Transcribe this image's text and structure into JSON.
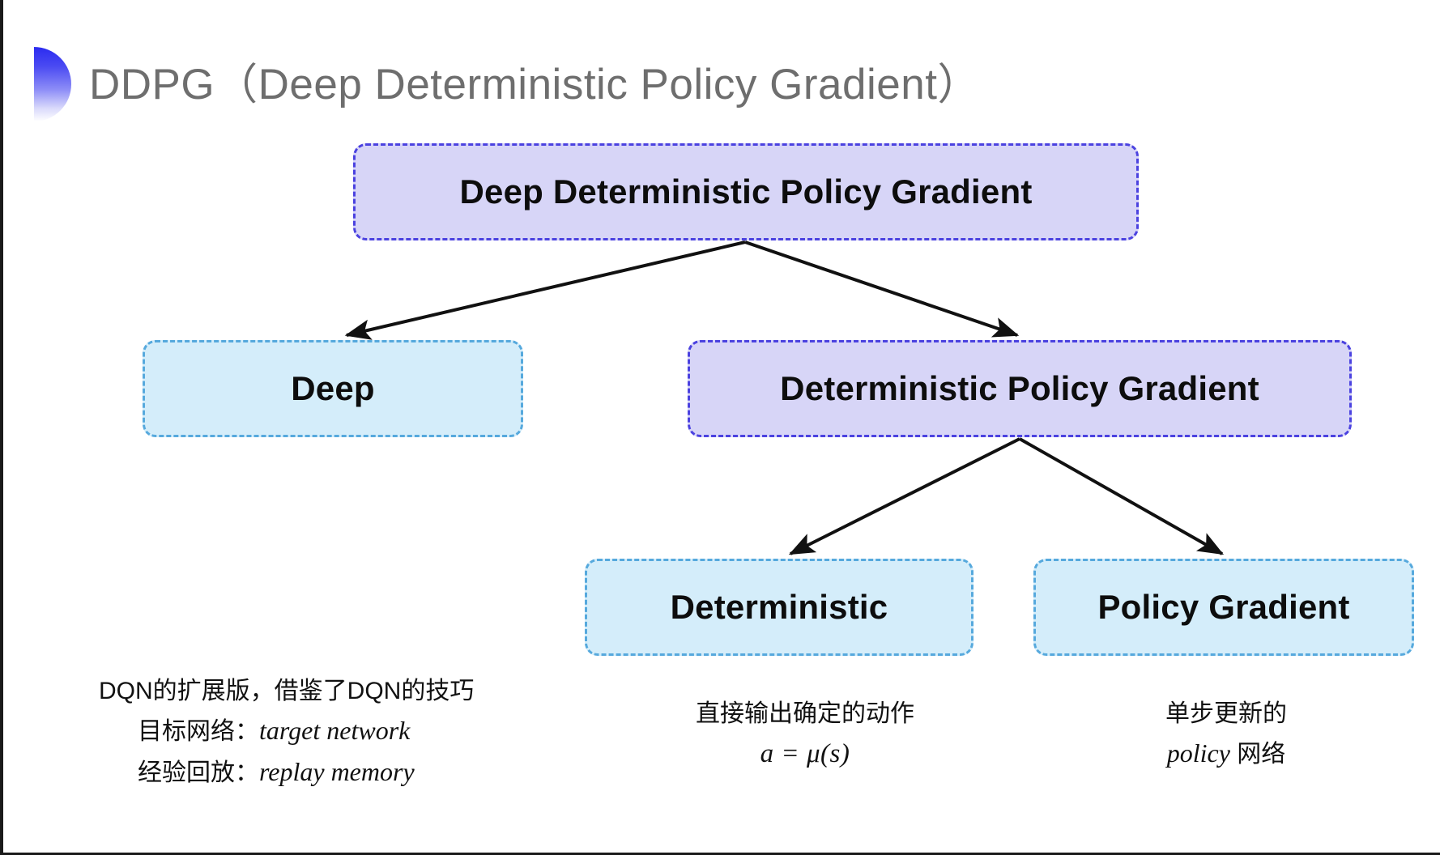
{
  "slide": {
    "title": "DDPG（Deep Deterministic Policy Gradient）",
    "bullet_icon": "half-circle-gradient-icon",
    "background_color": "#ffffff"
  },
  "colors": {
    "purple_fill": "#d7d5f7",
    "purple_border": "#4b42e0",
    "blue_fill": "#d4edfa",
    "blue_border": "#56a9dd",
    "title_text": "#6e6e6e",
    "body_text": "#111111",
    "arrow": "#111111"
  },
  "diagram": {
    "type": "tree",
    "nodes": [
      {
        "id": "root",
        "label": "Deep Deterministic Policy Gradient",
        "style": "purple",
        "level": 0
      },
      {
        "id": "deep",
        "label": "Deep",
        "style": "blue",
        "level": 1
      },
      {
        "id": "dpg",
        "label": "Deterministic Policy Gradient",
        "style": "purple",
        "level": 1
      },
      {
        "id": "deterministic",
        "label": "Deterministic",
        "style": "blue",
        "level": 2
      },
      {
        "id": "policy_gradient",
        "label": "Policy Gradient",
        "style": "blue",
        "level": 2
      }
    ],
    "edges": [
      {
        "from": "root",
        "to": "deep"
      },
      {
        "from": "root",
        "to": "dpg"
      },
      {
        "from": "dpg",
        "to": "deterministic"
      },
      {
        "from": "dpg",
        "to": "policy_gradient"
      }
    ]
  },
  "captions": {
    "deep": {
      "line1": "DQN的扩展版，借鉴了DQN的技巧",
      "line2_label": "目标网络：",
      "line2_term": "target network",
      "line3_label": "经验回放：",
      "line3_term": "replay memory"
    },
    "deterministic": {
      "line1": "直接输出确定的动作",
      "formula": "a = μ(s)"
    },
    "policy_gradient": {
      "line1": "单步更新的",
      "line2_term": "policy",
      "line2_rest": " 网络"
    }
  }
}
